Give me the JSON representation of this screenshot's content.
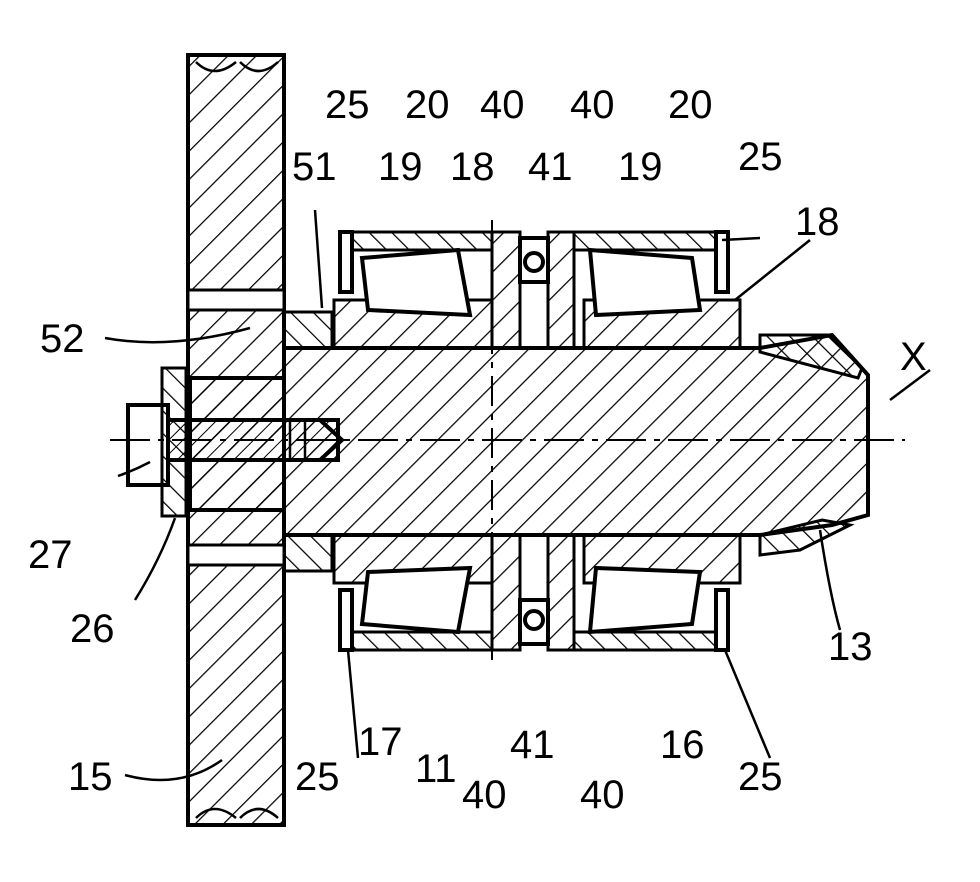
{
  "axis_label": "X",
  "labels": {
    "l25_tl": "25",
    "l20_tl": "20",
    "l40_tl1": "40",
    "l40_tl2": "40",
    "l20_tr": "20",
    "l51": "51",
    "l19_tl": "19",
    "l18_tl": "18",
    "l41_t": "41",
    "l19_tr": "19",
    "l25_tr": "25",
    "l18_r": "18",
    "l52": "52",
    "l27": "27",
    "l26": "26",
    "l13": "13",
    "l25_bl": "25",
    "l17": "17",
    "l11": "11",
    "l40_b1": "40",
    "l41_b": "41",
    "l40_b2": "40",
    "l16": "16",
    "l25_br": "25",
    "l15": "15"
  }
}
